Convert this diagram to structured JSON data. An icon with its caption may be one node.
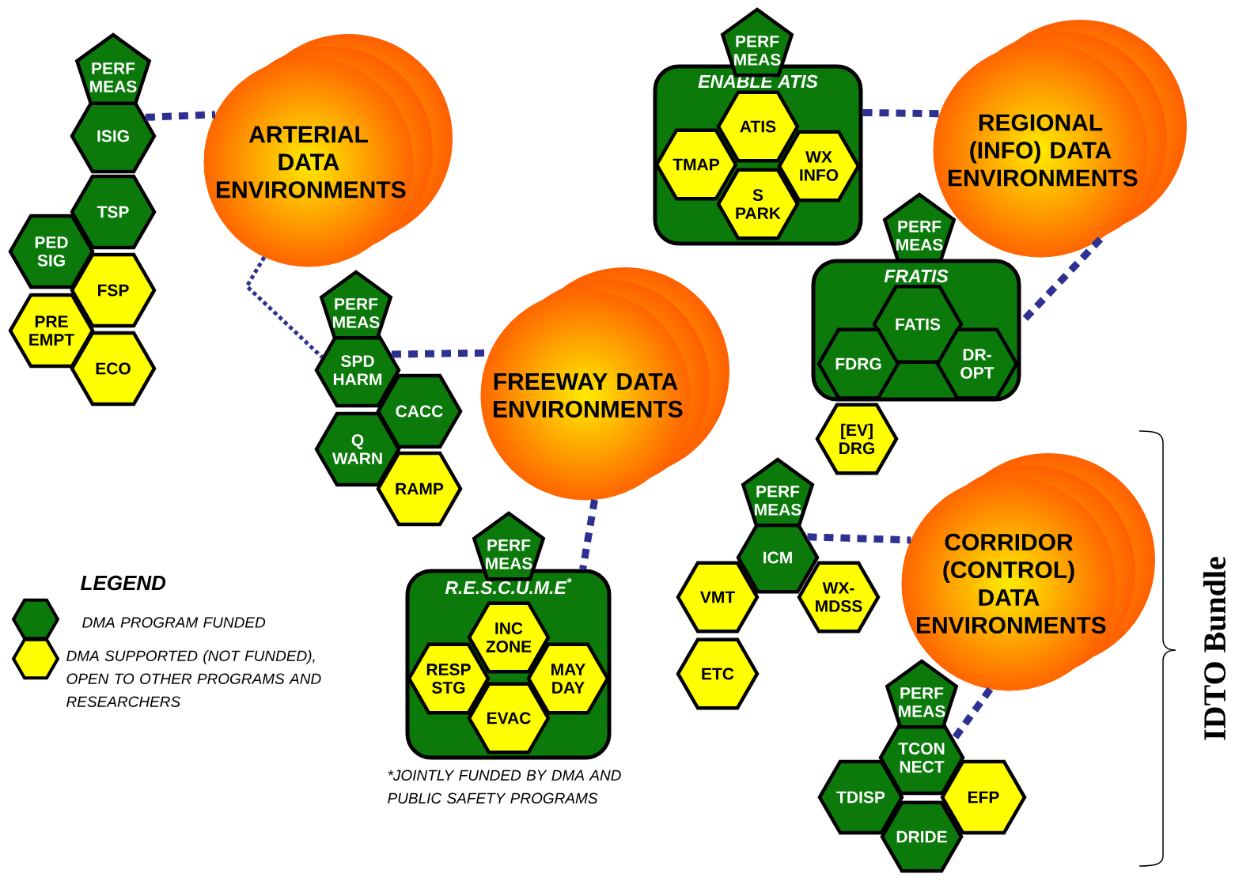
{
  "diagram": {
    "nodes": [
      {
        "text": [
          "PERF MEAS"
        ]
      },
      {
        "text": [
          "ISIG"
        ]
      },
      {
        "text": [
          "TSP"
        ]
      },
      {
        "text": [
          "PED SIG"
        ]
      },
      {
        "text": [
          "FSP"
        ]
      },
      {
        "text": [
          "PRE EMPT"
        ]
      },
      {
        "text": [
          "ECO"
        ]
      },
      {
        "text": [
          "ARTERIAL DATA ENVIRONMENTS"
        ]
      },
      {
        "text": [
          "PERF MEAS"
        ]
      },
      {
        "text": [
          "SPD HARM"
        ]
      },
      {
        "text": [
          "CACC"
        ]
      },
      {
        "text": [
          "Q WARN"
        ]
      },
      {
        "text": [
          "RAMP"
        ]
      },
      {
        "text": [
          "FREEWAY DATA ENVIRONMENTS"
        ]
      },
      {
        "text": [
          "PERF MEAS"
        ]
      },
      {
        "text": [
          "ENABLE ATIS"
        ]
      },
      {
        "text": [
          "ATIS"
        ],
        "in": 15
      },
      {
        "text": [
          "TMAP"
        ],
        "in": 15
      },
      {
        "text": [
          "WX INFO"
        ],
        "in": 15
      },
      {
        "text": [
          "S PARK"
        ],
        "in": 15
      },
      {
        "text": [
          "REGIONAL (INFO) DATA ENVIRONMENTS"
        ]
      },
      {
        "text": [
          "PERF MEAS"
        ]
      },
      {
        "text": [
          "FRATIS"
        ]
      },
      {
        "text": [
          "FATIS"
        ],
        "in": 22
      },
      {
        "text": [
          "FDRG"
        ],
        "in": 22
      },
      {
        "text": [
          "DR-OPT"
        ],
        "in": 22
      },
      {
        "text": [
          "[EV] DRG"
        ]
      },
      {
        "text": [
          "PERF MEAS"
        ]
      },
      {
        "text": [
          "R.E.S.C.U.M.E$^{*}$"
        ]
      },
      {
        "text": [
          "INC ZONE"
        ],
        "in": 28
      },
      {
        "text": [
          "RESP STG"
        ],
        "in": 28
      },
      {
        "text": [
          "MAY DAY"
        ],
        "in": 28
      },
      {
        "text": [
          "EVAC"
        ],
        "in": 28
      },
      {
        "text": [
          "PERF MEAS"
        ]
      },
      {
        "text": [
          "ICM"
        ]
      },
      {
        "text": [
          "VMT"
        ]
      },
      {
        "text": [
          "WX-MDSS"
        ]
      },
      {
        "text": [
          "ETC"
        ]
      },
      {
        "text": [
          "CORRIDOR (CONTROL) DATA ENVIRONMENTS"
        ]
      },
      {
        "text": [
          "PERF MEAS"
        ]
      },
      {
        "text": [
          "TCON NECT"
        ]
      },
      {
        "text": [
          "TDISP"
        ]
      },
      {
        "text": [
          "EFP"
        ]
      },
      {
        "text": [
          "DRIDE"
        ]
      }
    ],
    "edges": [
      {
        "from": 1,
        "to": 7,
        "arrow": "none",
        "style": "dashed"
      },
      {
        "from": 7,
        "to": 9,
        "arrow": "none",
        "style": "dashed"
      },
      {
        "from": 9,
        "to": 13,
        "arrow": "none",
        "style": "dashed"
      },
      {
        "from": 13,
        "to": 28,
        "arrow": "none",
        "style": "dashed"
      },
      {
        "from": 15,
        "to": 20,
        "arrow": "none",
        "style": "dashed"
      },
      {
        "from": 20,
        "to": 22,
        "arrow": "none",
        "style": "dashed"
      },
      {
        "from": 34,
        "to": 38,
        "arrow": "none",
        "style": "dashed"
      },
      {
        "from": 38,
        "to": 40,
        "arrow": "none",
        "style": "dashed"
      }
    ],
    "labels": [
      "LEGEND",
      "*JOINTLY FUNDED BY DMA AND PUBLIC SAFETY PROGRAMS",
      "IDTO Bundle"
    ],
    "legend": [
      {
        "text": "DMA PROGRAM FUNDED",
        "color": "#0b7a0b"
      },
      {
        "text": "DMA SUPPORTED (NOT FUNDED), OPEN TO OTHER PROGRAMS AND RESEARCHERS",
        "color": "#ffff00"
      }
    ]
  }
}
